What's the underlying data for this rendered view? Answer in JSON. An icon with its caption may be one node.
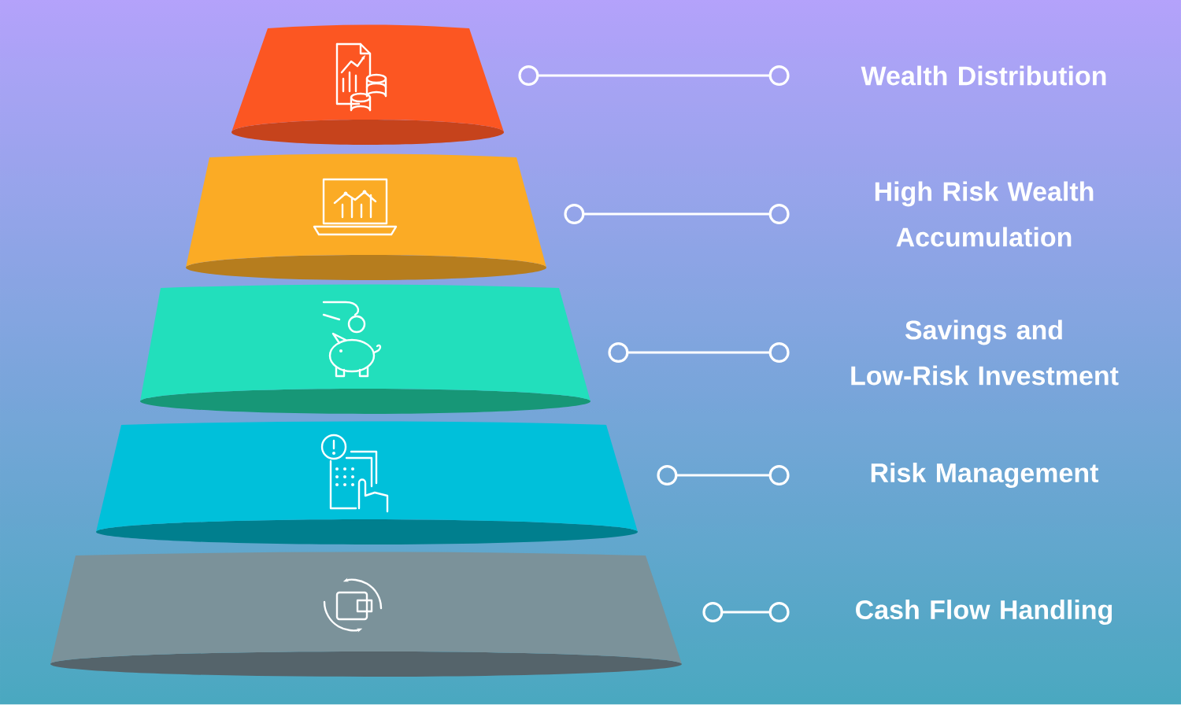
{
  "diagram": {
    "nodes": [
      {
        "text": [],
        "shape": "trapezoid"
      },
      {
        "text": [
          "Wealth Distribution"
        ]
      },
      {
        "text": [],
        "shape": "trapezoid"
      },
      {
        "text": [
          "High Risk Wealth Accumulation"
        ]
      },
      {
        "text": [],
        "shape": "trapezoid"
      },
      {
        "text": [
          "Savings and Low-Risk Investment"
        ]
      },
      {
        "text": [],
        "shape": "trapezoid"
      },
      {
        "text": [
          "Risk Management"
        ]
      },
      {
        "text": [],
        "shape": "trapezoid"
      },
      {
        "text": [
          "Cash Flow Handling"
        ]
      }
    ],
    "edges": [
      {
        "from": 0,
        "to": 1,
        "arrow": "other"
      },
      {
        "from": 2,
        "to": 3,
        "arrow": "other"
      },
      {
        "from": 4,
        "to": 5,
        "arrow": "other"
      },
      {
        "from": 6,
        "to": 7,
        "arrow": "other"
      },
      {
        "from": 8,
        "to": 9,
        "arrow": "other"
      }
    ]
  }
}
